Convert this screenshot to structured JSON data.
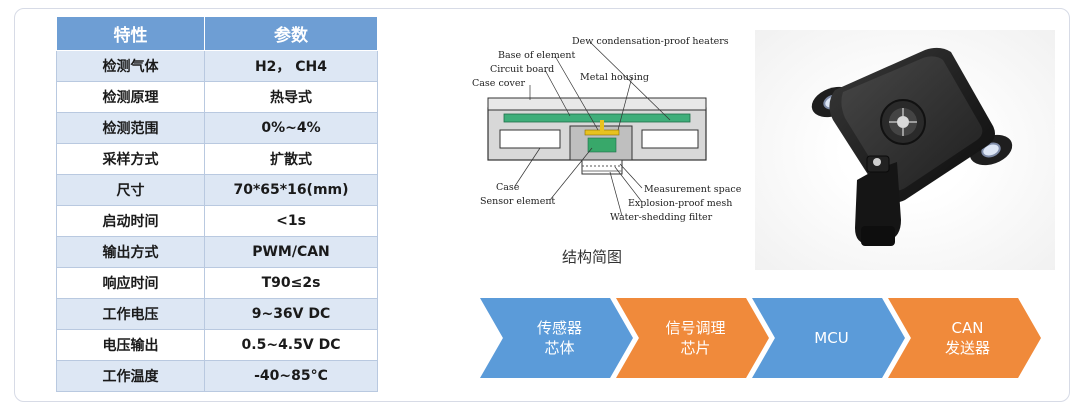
{
  "table": {
    "headers": [
      "特性",
      "参数"
    ],
    "rows": [
      [
        "检测气体",
        "H2， CH4"
      ],
      [
        "检测原理",
        "热导式"
      ],
      [
        "检测范围",
        "0%~4%"
      ],
      [
        "采样方式",
        "扩散式"
      ],
      [
        "尺寸",
        "70*65*16(mm)"
      ],
      [
        "启动时间",
        "<1s"
      ],
      [
        "输出方式",
        "PWM/CAN"
      ],
      [
        "响应时间",
        "T90≤2s"
      ],
      [
        "工作电压",
        "9~36V DC"
      ],
      [
        "电压输出",
        "0.5~4.5V DC"
      ],
      [
        "工作温度",
        "-40~85°C"
      ]
    ]
  },
  "schematic": {
    "labels": {
      "dew": "Dew condensation-proof heaters",
      "base": "Base of element",
      "circuit": "Circuit board",
      "metal": "Metal housing",
      "cover": "Case cover",
      "case": "Case",
      "sensor": "Sensor element",
      "measurement": "Measurement space",
      "explosion": "Explosion-proof mesh",
      "water": "Water-shedding filter"
    },
    "caption": "结构简图"
  },
  "flow": {
    "steps": [
      {
        "label": "传感器\n芯体",
        "color": "#5b9bd9"
      },
      {
        "label": "信号调理\n芯片",
        "color": "#f08a3b"
      },
      {
        "label": "MCU",
        "color": "#5b9bd9"
      },
      {
        "label": "CAN\n发送器",
        "color": "#f08a3b"
      }
    ]
  }
}
